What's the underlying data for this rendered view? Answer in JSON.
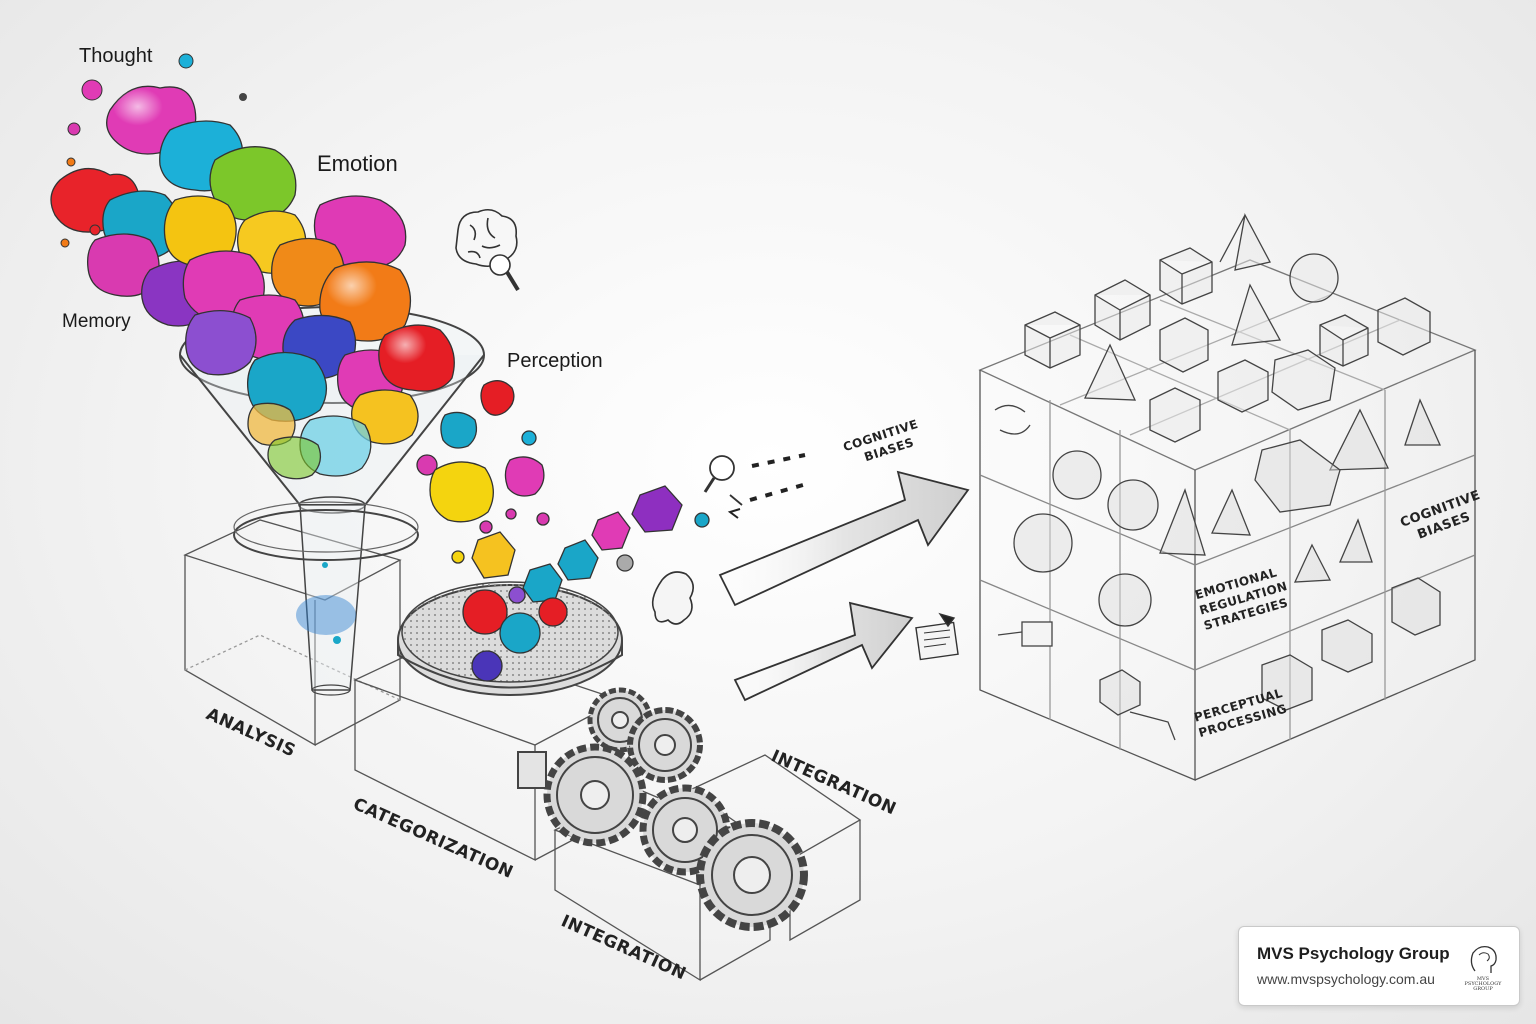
{
  "labels": {
    "thought": "Thought",
    "emotion": "Emotion",
    "memory": "Memory",
    "perception": "Perception"
  },
  "stages": {
    "analysis": "ANALYSIS",
    "categorization": "CATEGORIZATION",
    "integration_bottom": "INTEGRATION",
    "integration_top": "INTEGRATION"
  },
  "arrow_labels": {
    "cognitive_biases": [
      "COGNITIVE",
      "BIASES"
    ]
  },
  "cube_labels": {
    "cognitive_biases": [
      "COGNITIVE",
      "BIASES"
    ],
    "emotional_regulation": [
      "EMOTIONAL",
      "REGULATION",
      "STRATEGIES"
    ],
    "perceptual_processing": [
      "PERCEPTUAL",
      "PROCESSING"
    ]
  },
  "brand": {
    "name": "MVS Psychology Group",
    "url": "www.mvspsychology.com.au",
    "logo_text": [
      "MVS",
      "PSYCHOLOGY",
      "GROUP"
    ]
  }
}
